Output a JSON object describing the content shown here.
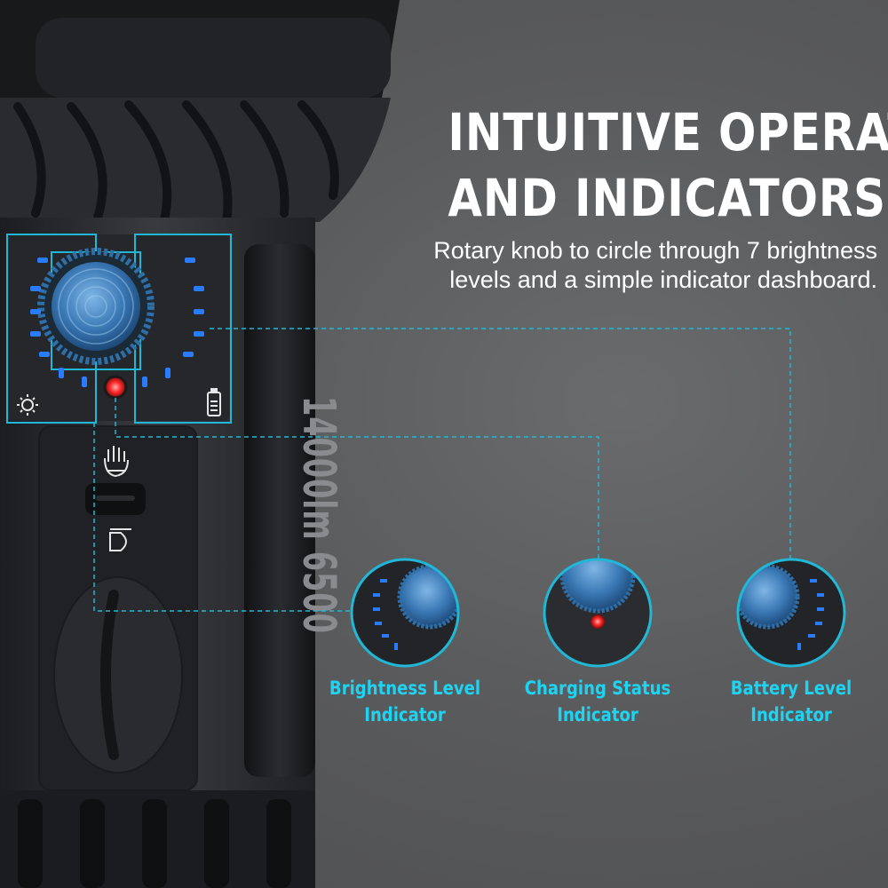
{
  "headline": {
    "line1": "INTUITIVE OPERATION",
    "line2": "AND INDICATORS"
  },
  "description": {
    "line1": "Rotary knob to circle through 7 brightness",
    "line2": "levels and a simple indicator dashboard."
  },
  "callouts": [
    {
      "line1": "Brightness Level",
      "line2": "Indicator"
    },
    {
      "line1": "Charging Status",
      "line2": "Indicator"
    },
    {
      "line1": "Battery Level",
      "line2": "Indicator"
    }
  ],
  "body_engraving": "14000lm 6500",
  "icons": [
    "sun-brightness-icon",
    "battery-icon",
    "hand-lock-icon",
    "headlamp-icon"
  ],
  "colors": {
    "accent": "#1fd3f3",
    "led_blue": "#2a7cff",
    "charge_red": "#ff2a2a",
    "background": "#5a5b5d",
    "body": "#2a2b2e"
  }
}
